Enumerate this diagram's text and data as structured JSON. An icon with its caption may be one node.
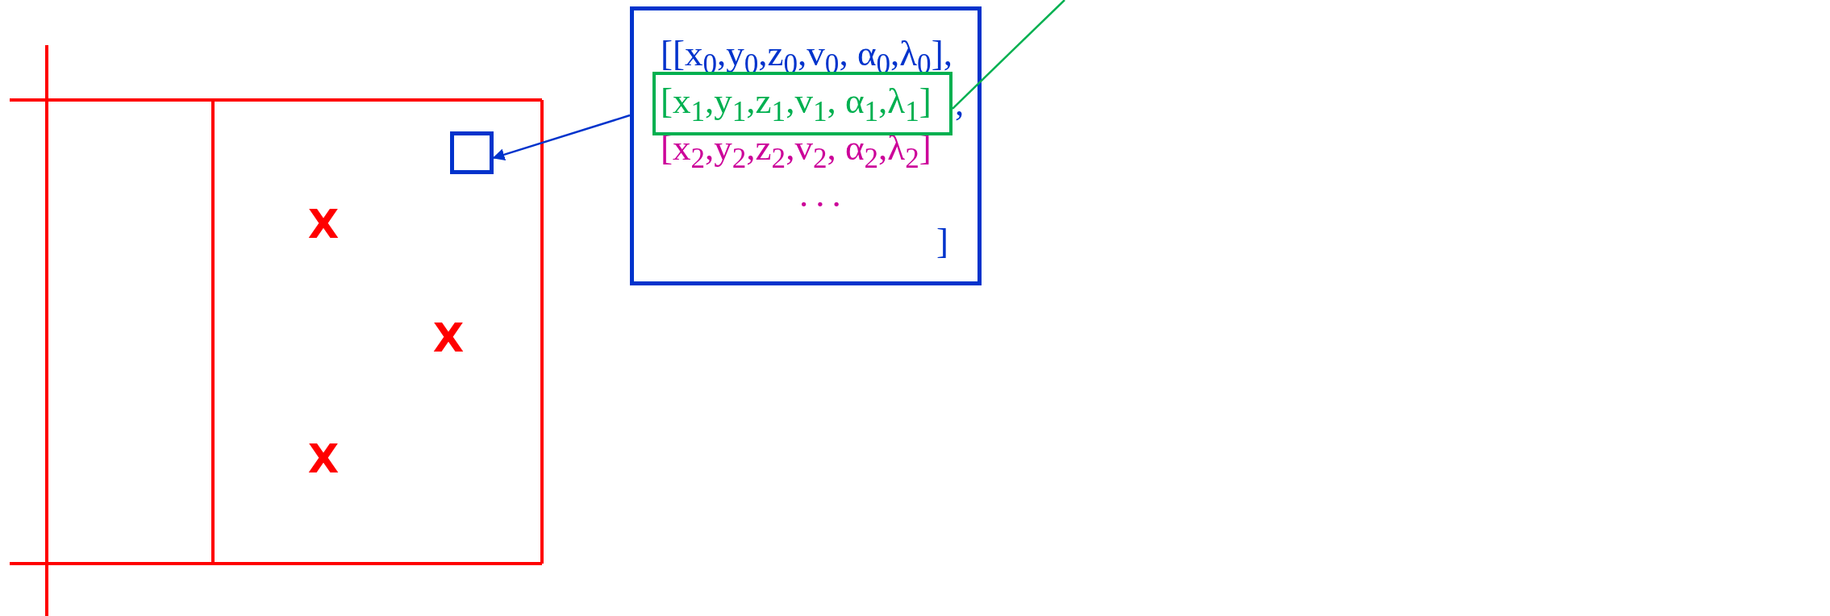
{
  "diagram": {
    "nodes": [
      {
        "text": [
          "[[x$_{0}$,y$_{0}$,z$_{0}$,v$_{0}$, α$_{0}$,λ$_{0}$],",
          ",",
          "[x$_{2}$,y$_{2}$,z$_{2}$,v$_{2}$, α$_{2}$,λ$_{2}$]",
          "...",
          "]"
        ]
      },
      {
        "text": [
          "[x$_{1}$,y$_{1}$,z$_{1}$,v$_{1}$, α$_{1}$,λ$_{1}$]"
        ],
        "in": 0
      },
      {
        "text": [],
        "shape": "box"
      }
    ],
    "edges": [
      {
        "from": 0,
        "to": 2,
        "arrow": "to",
        "color": "#0033cc"
      },
      {
        "from": 1,
        "to": null,
        "arrow": "none",
        "color": "#00b050"
      }
    ],
    "labels": [
      "X",
      "X",
      "X"
    ]
  }
}
